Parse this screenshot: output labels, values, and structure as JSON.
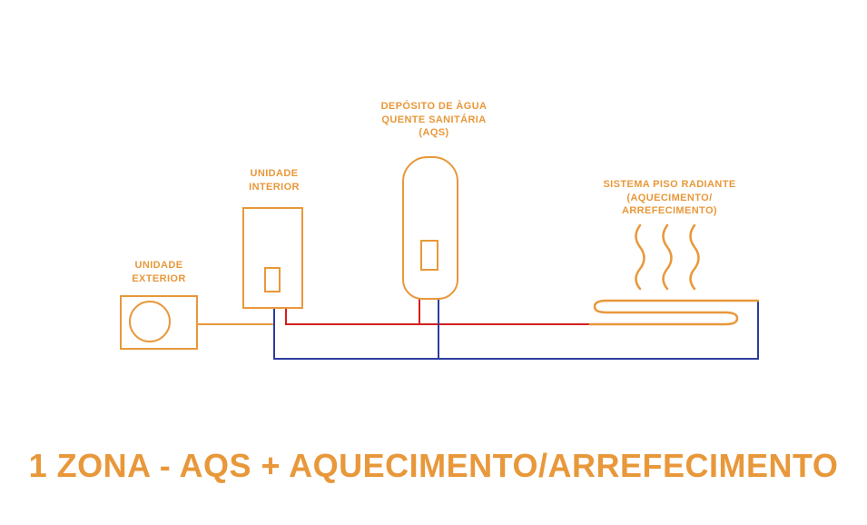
{
  "colors": {
    "orange": "#E8983A",
    "red": "#D42020",
    "blue": "#2B3C9E",
    "background": "#FFFFFF"
  },
  "diagram": {
    "outdoor_unit": {
      "label": "UNIDADE\nEXTERIOR"
    },
    "indoor_unit": {
      "label": "UNIDADE\nINTERIOR"
    },
    "dhw_tank": {
      "label": "DEPÓSITO DE ÀGUA\nQUENTE SANITÁRIA\n(AQS)"
    },
    "radiant_floor": {
      "label": "SISTEMA PISO RADIANTE\n(AQUECIMENTO/\nARREFECIMENTO)"
    }
  },
  "title": "1 ZONA - AQS + AQUECIMENTO/ARREFECIMENTO"
}
